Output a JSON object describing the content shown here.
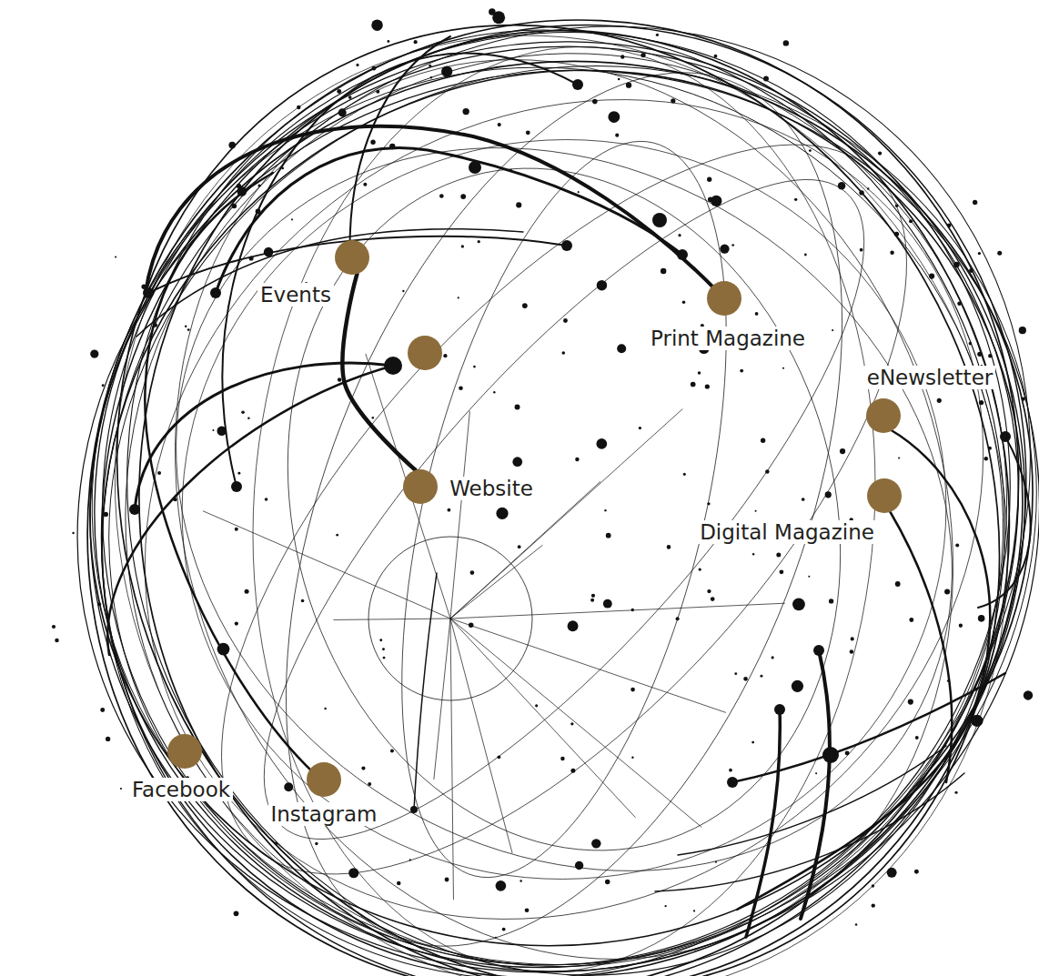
{
  "diagram": {
    "nodes": [
      {
        "text": [
          "Events"
        ]
      },
      {
        "text": [
          "Print Magazine"
        ]
      },
      {
        "text": [
          "eNewsletter"
        ]
      },
      {
        "text": [
          "Website"
        ]
      },
      {
        "text": [
          "Digital Magazine"
        ]
      },
      {
        "text": [
          "Facebook"
        ]
      },
      {
        "text": [
          "Instagram"
        ]
      }
    ],
    "edges": [
      {
        "from": 0,
        "to": 3,
        "arrow": "none"
      }
    ]
  }
}
